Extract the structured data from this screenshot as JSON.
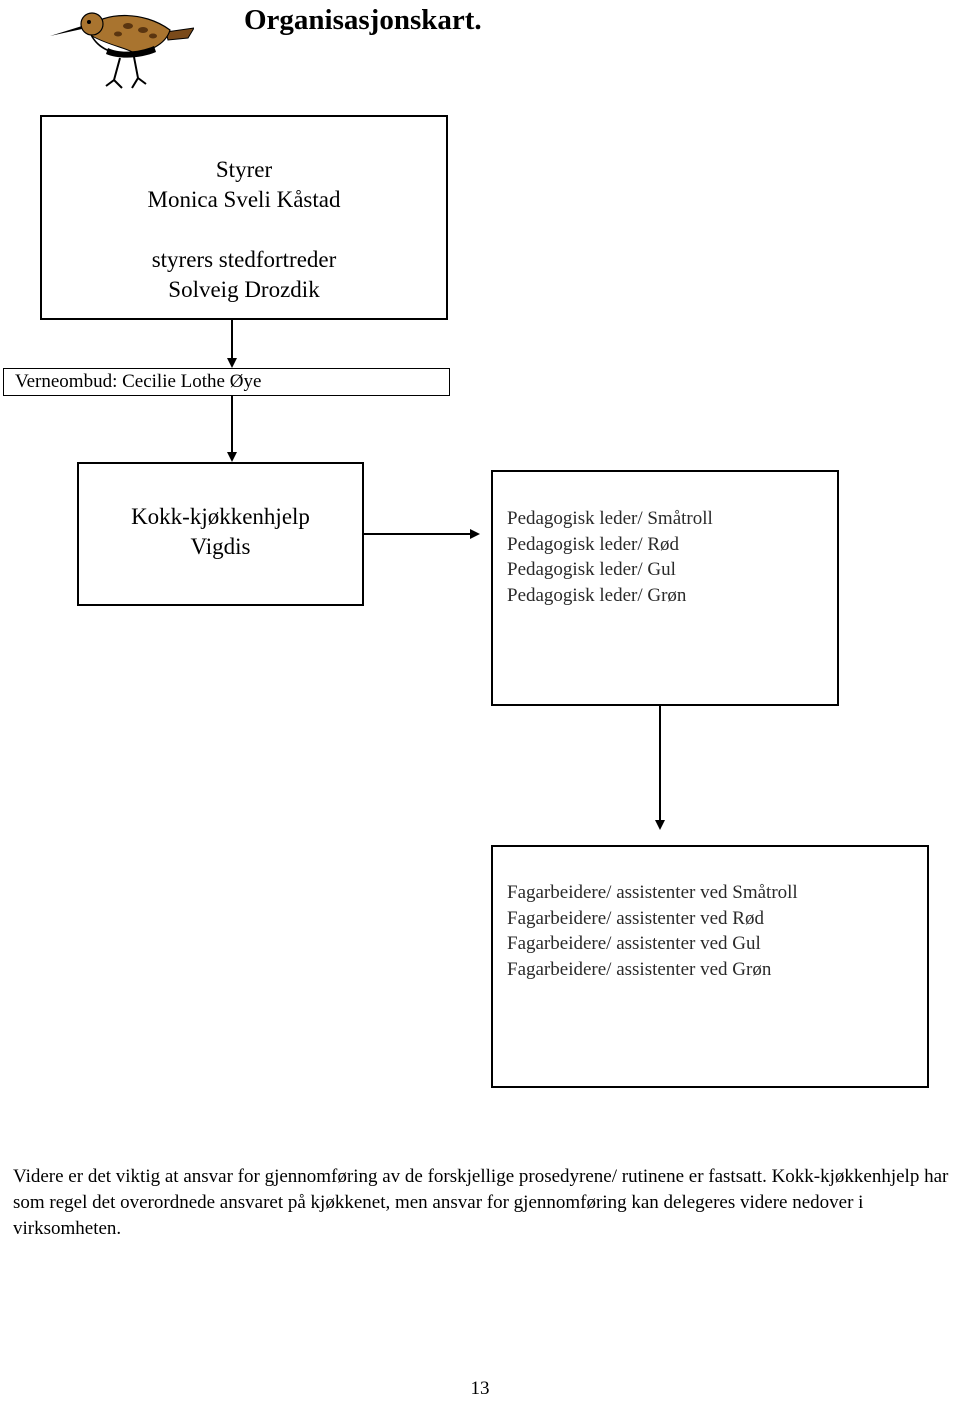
{
  "document": {
    "title": "Organisasjonskart.",
    "page_number": "13"
  },
  "orgchart": {
    "styrer": {
      "role": "Styrer",
      "name": "Monica Sveli Kåstad",
      "deputy_role": "styrers stedfortreder",
      "deputy_name": "Solveig Drozdik"
    },
    "verneombud": "Verneombud: Cecilie Lothe Øye",
    "kokk": {
      "role": "Kokk-kjøkkenhjelp",
      "name": "Vigdis"
    },
    "pedagogisk_ledere": [
      "Pedagogisk leder/ Småtroll",
      "Pedagogisk leder/ Rød",
      "Pedagogisk leder/ Gul",
      "Pedagogisk leder/ Grøn"
    ],
    "fagarbeidere": [
      "Fagarbeidere/ assistenter ved Småtroll",
      "Fagarbeidere/ assistenter ved Rød",
      "Fagarbeidere/ assistenter ved Gul",
      "Fagarbeidere/ assistenter ved Grøn"
    ]
  },
  "body_text": "Videre er det viktig at ansvar for gjennomføring av de forskjellige prosedyrene/ rutinene er fastsatt. Kokk-kjøkkenhjelp har som regel det overordnede ansvaret på kjøkkenet, men ansvar for gjennomføring kan delegeres videre nedover i virksomheten.",
  "colors": {
    "bird_body": "#a9742f",
    "bird_wing": "#7a4a1a",
    "bird_belly": "#ffffff",
    "bird_band": "#000000"
  },
  "icons": [
    "bird-logo-icon"
  ]
}
